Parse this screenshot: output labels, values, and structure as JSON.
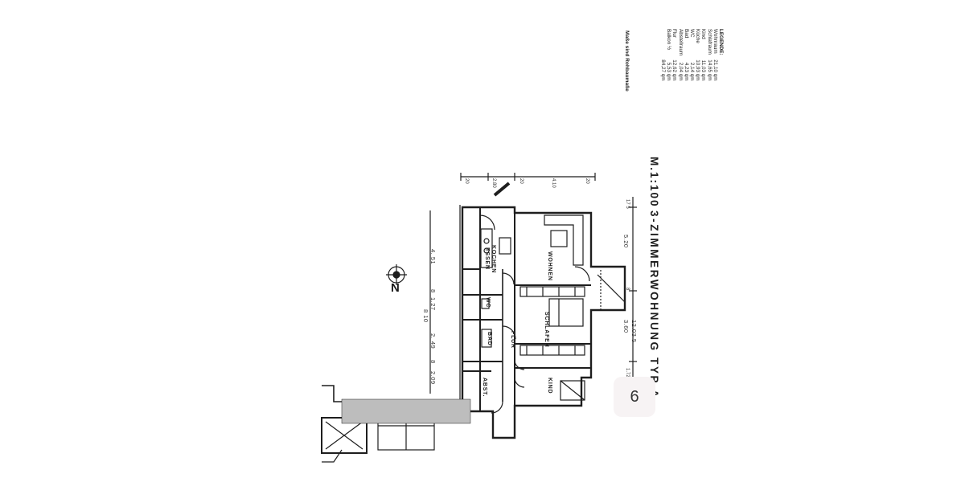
{
  "plan": {
    "title": "3-ZIMMERWOHNUNG TYP A",
    "scale": "M.1:100",
    "north": "N",
    "note": "Maße sind Rohbaumaße",
    "legend_heading": "LEGENDE:",
    "legend": [
      {
        "room": "Wohnraum",
        "area": "21,10 qm"
      },
      {
        "room": "Schlafraum",
        "area": "14,65 qm"
      },
      {
        "room": "Kind",
        "area": "11,03 qm"
      },
      {
        "room": "Küche",
        "area": "10,93 qm"
      },
      {
        "room": "WC",
        "area": "2,14 qm"
      },
      {
        "room": "Bad",
        "area": "4,23 qm"
      },
      {
        "room": "Abstellraum",
        "area": "2,04 qm"
      },
      {
        "room": "Flur",
        "area": "12,62 qm"
      },
      {
        "room": "Balkon ½",
        "area": "5,53 qm"
      },
      {
        "room": "",
        "area": "84,27 qm"
      }
    ],
    "rooms": {
      "kochen": "KOCHEN",
      "essen": "ESSEN",
      "wohnen": "WOHNEN",
      "schlafen": "SCHLAFEN",
      "flur": "FLUR",
      "bad": "BAD",
      "wc": "WC",
      "abst": "ABST.",
      "kind": "KIND"
    },
    "dimensions_left": [
      "4. 51",
      "8",
      "1.27",
      "8 10",
      "2. 49",
      "8",
      "2.09"
    ],
    "dimensions_top": [
      "20",
      "2.80",
      "20",
      "4.10",
      "20"
    ],
    "dimensions_right": [
      "17 5",
      "5.20",
      "8",
      "3.60",
      "12.03 5",
      "1.72 5"
    ],
    "page_number": "6"
  },
  "colors": {
    "line": "#1e1e1e",
    "badge_bg": "#f7f3f4"
  }
}
